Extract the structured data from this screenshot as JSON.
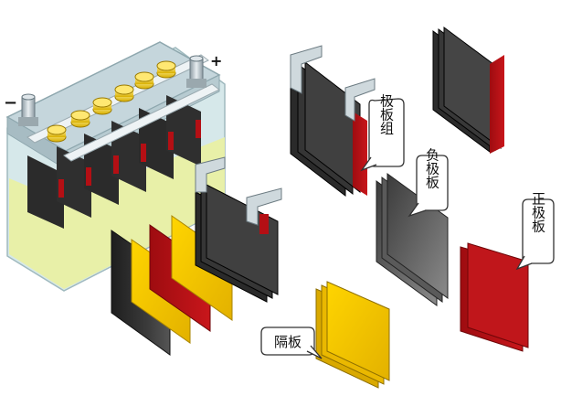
{
  "terminals": {
    "negative_sign": "−",
    "positive_sign": "+"
  },
  "callouts": {
    "plate_group": "极板组",
    "negative_plate": "负极板",
    "positive_plate": "正极板",
    "separator": "隔板"
  },
  "colors": {
    "plate_dark": "#2a2a2a",
    "positive_red": "#b40f14",
    "separator_yellow": "#f4c400",
    "case_glass": "#cfe3e6",
    "electrolyte": "#e8efa0"
  }
}
